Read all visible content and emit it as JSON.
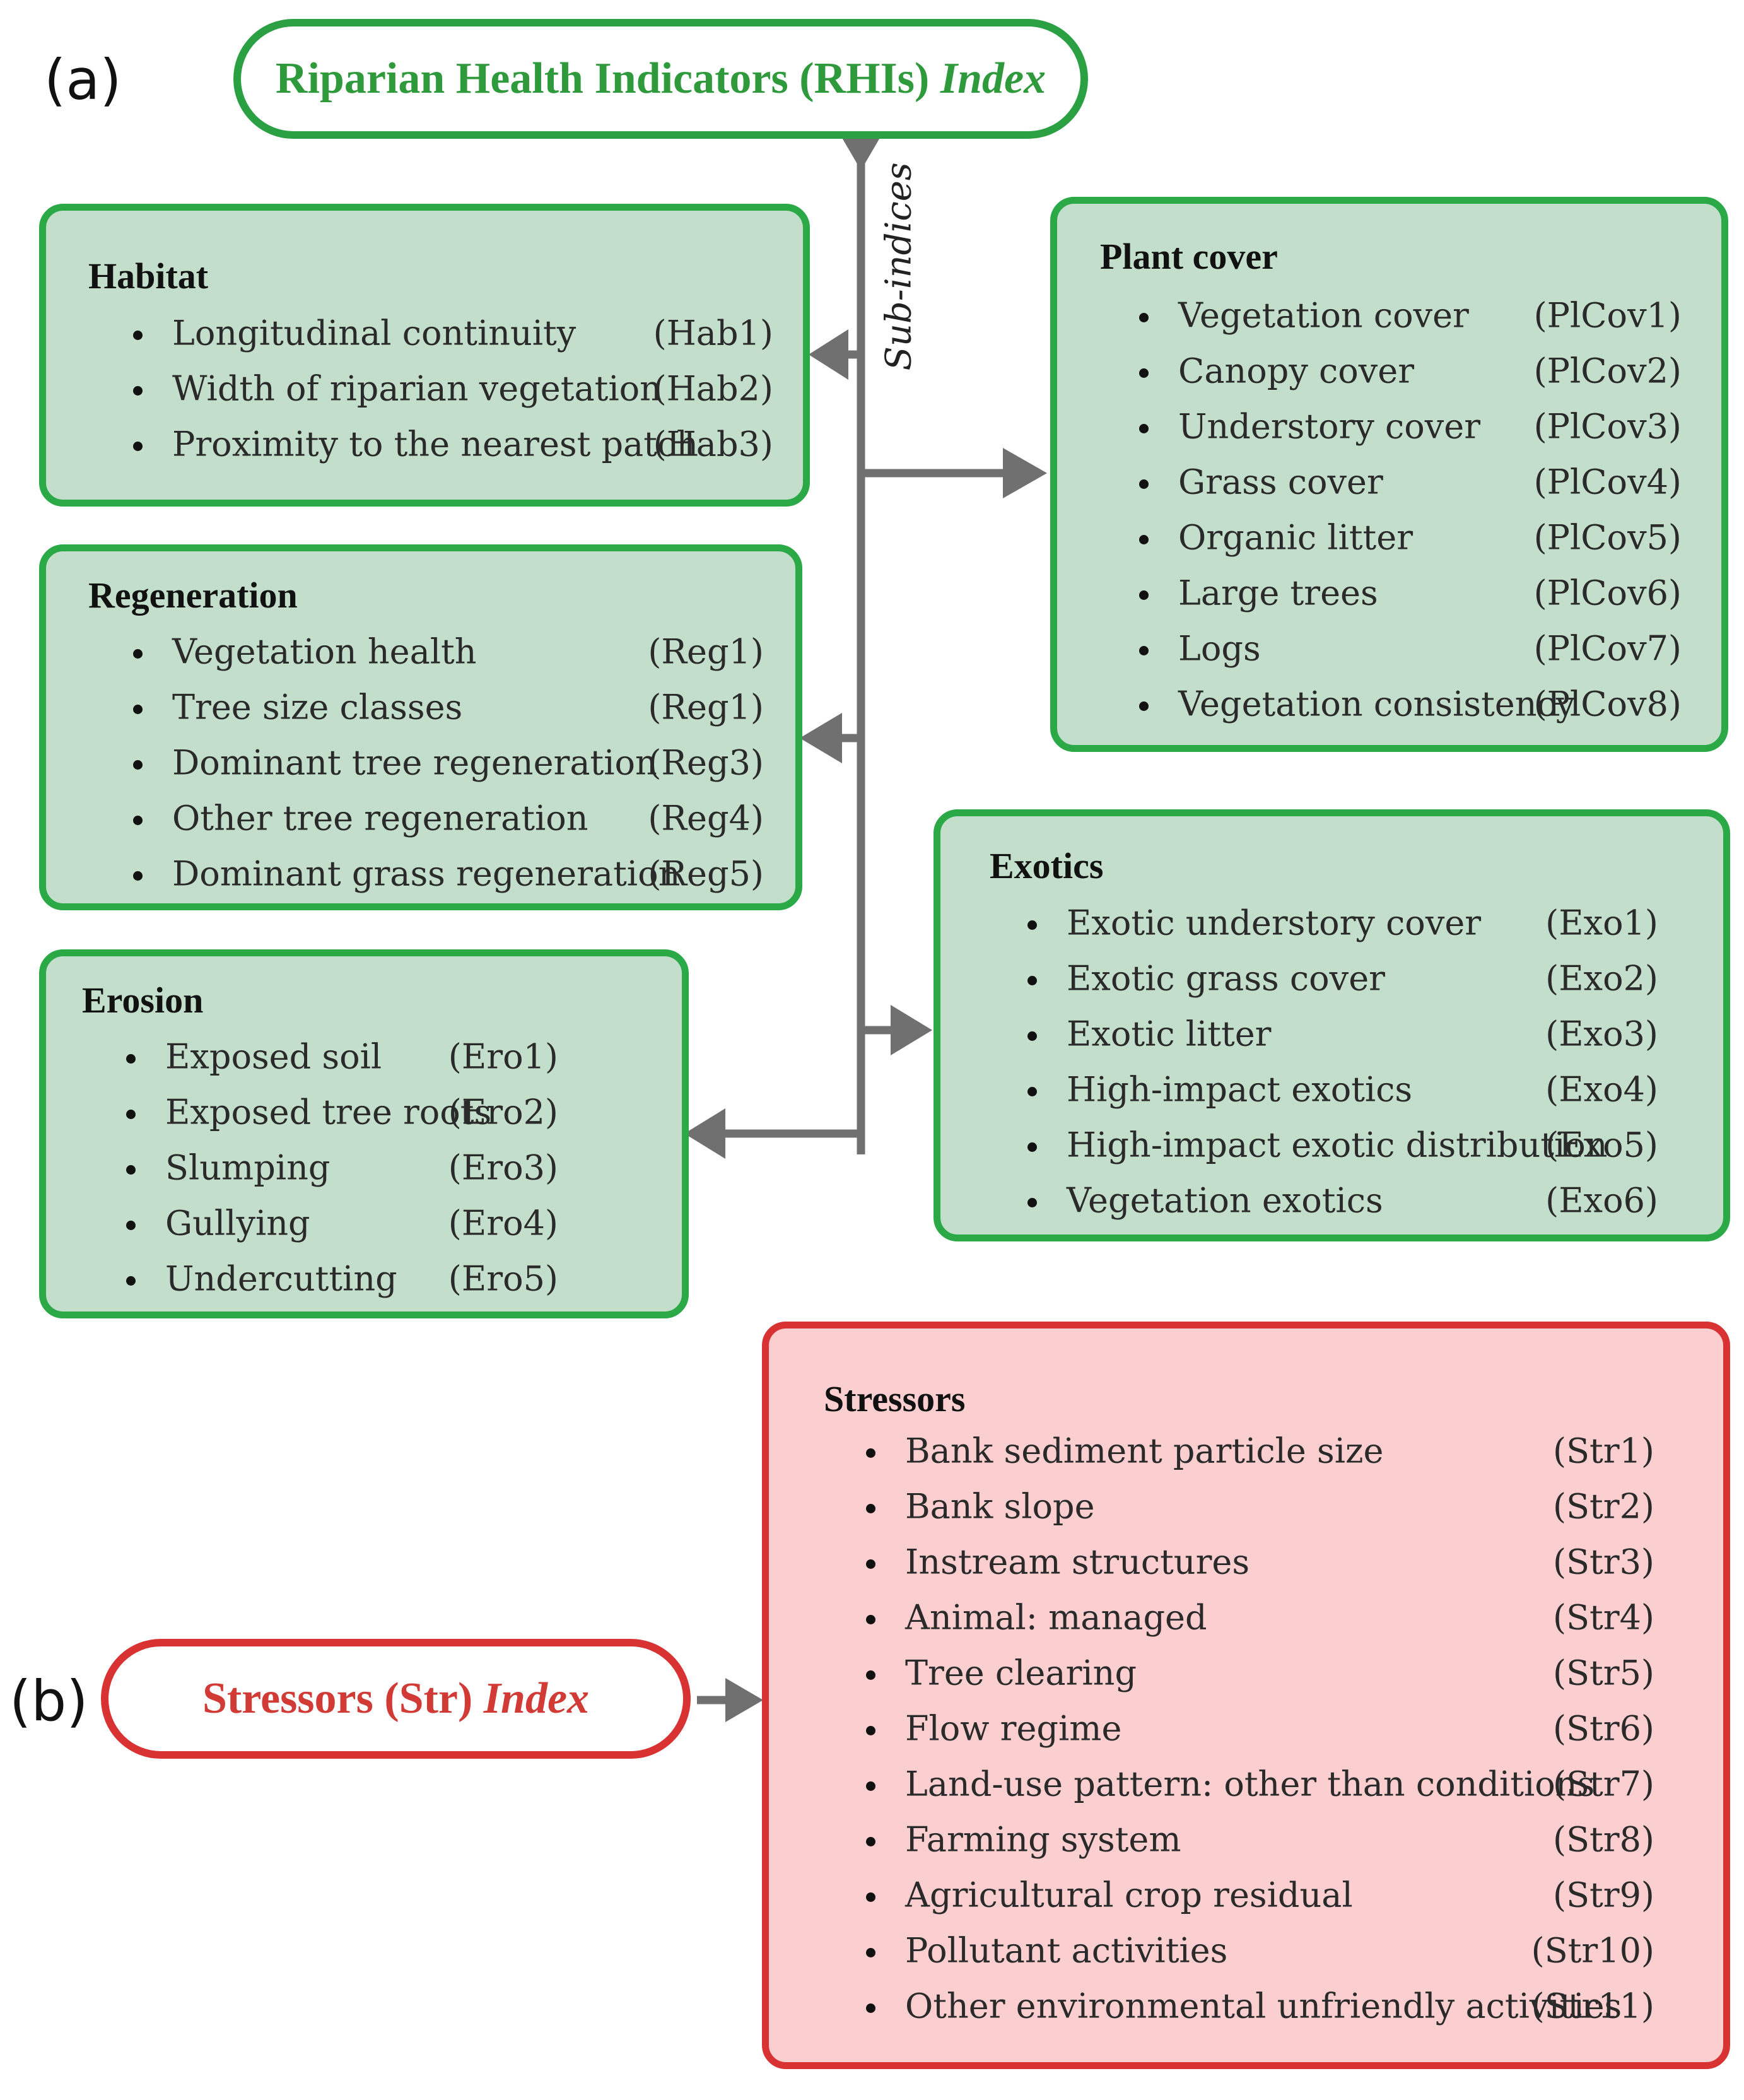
{
  "panel_a_label": "(a)",
  "panel_b_label": "(b)",
  "rhi_title": {
    "main": "Riparian Health Indicators (RHIs) ",
    "emph": "Index"
  },
  "sub_indices_label": "Sub-indices",
  "habitat": {
    "title": "Habitat",
    "items": [
      {
        "label": "Longitudinal continuity",
        "code": "(Hab1)"
      },
      {
        "label": "Width of riparian vegetation",
        "code": "(Hab2)"
      },
      {
        "label": "Proximity to the nearest patch",
        "code": "(Hab3)"
      }
    ]
  },
  "regeneration": {
    "title": "Regeneration",
    "items": [
      {
        "label": "Vegetation health",
        "code": "(Reg1)"
      },
      {
        "label": "Tree size classes",
        "code": "(Reg1)"
      },
      {
        "label": "Dominant tree regeneration",
        "code": "(Reg3)"
      },
      {
        "label": "Other tree regeneration",
        "code": "(Reg4)"
      },
      {
        "label": "Dominant grass regeneration",
        "code": "(Reg5)"
      }
    ]
  },
  "erosion": {
    "title": "Erosion",
    "items": [
      {
        "label": "Exposed soil",
        "code": "(Ero1)"
      },
      {
        "label": "Exposed tree roots",
        "code": "(Ero2)"
      },
      {
        "label": "Slumping",
        "code": "(Ero3)"
      },
      {
        "label": "Gullying",
        "code": "(Ero4)"
      },
      {
        "label": "Undercutting",
        "code": "(Ero5)"
      }
    ]
  },
  "plant_cover": {
    "title": "Plant cover",
    "items": [
      {
        "label": "Vegetation cover",
        "code": "(PlCov1)"
      },
      {
        "label": "Canopy cover",
        "code": "(PlCov2)"
      },
      {
        "label": "Understory cover",
        "code": "(PlCov3)"
      },
      {
        "label": "Grass cover",
        "code": "(PlCov4)"
      },
      {
        "label": "Organic litter",
        "code": "(PlCov5)"
      },
      {
        "label": "Large  trees",
        "code": "(PlCov6)"
      },
      {
        "label": "Logs",
        "code": "(PlCov7)"
      },
      {
        "label": "Vegetation consistency",
        "code": "(PlCov8)"
      }
    ]
  },
  "exotics": {
    "title": "Exotics",
    "items": [
      {
        "label": "Exotic understory cover",
        "code": "(Exo1)"
      },
      {
        "label": "Exotic grass cover",
        "code": "(Exo2)"
      },
      {
        "label": "Exotic litter",
        "code": "(Exo3)"
      },
      {
        "label": "High-impact exotics",
        "code": "(Exo4)"
      },
      {
        "label": "High-impact exotic distribution",
        "code": "(Exo5)"
      },
      {
        "label": "Vegetation exotics",
        "code": "(Exo6)"
      }
    ]
  },
  "str_title": {
    "main": "Stressors (Str) ",
    "emph": "Index"
  },
  "stressors": {
    "title": "Stressors",
    "items": [
      {
        "label": "Bank  sediment particle size",
        "code": "(Str1)"
      },
      {
        "label": "Bank slope",
        "code": "(Str2)"
      },
      {
        "label": "Instream structures",
        "code": "(Str3)"
      },
      {
        "label": "Animal: managed",
        "code": "(Str4)"
      },
      {
        "label": "Tree clearing",
        "code": "(Str5)"
      },
      {
        "label": "Flow regime",
        "code": "(Str6)"
      },
      {
        "label": "Land-use pattern: other than conditions",
        "code": "(Str7)"
      },
      {
        "label": "Farming system",
        "code": "(Str8)"
      },
      {
        "label": "Agricultural crop residual",
        "code": "(Str9)"
      },
      {
        "label": "Pollutant activities",
        "code": "(Str10)"
      },
      {
        "label": "Other environmental unfriendly activities",
        "code": "(Str11)"
      }
    ]
  },
  "colors": {
    "green_border": "#2aa946",
    "green_fill": "#c3dfcb",
    "red_border": "#d93232",
    "red_fill": "#fbcfcf",
    "connector": "#707070"
  }
}
